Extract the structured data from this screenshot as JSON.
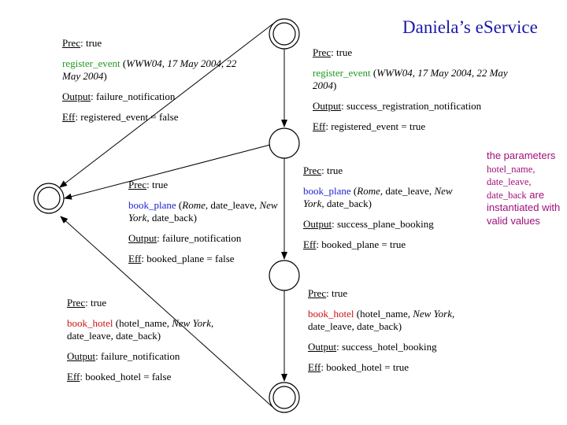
{
  "title": "Daniela’s eService",
  "labels": {
    "prec": "Prec",
    "output": "Output",
    "eff": "Eff"
  },
  "transitions": {
    "register_fail": {
      "prec": ": true",
      "op": "register_event",
      "args": [
        " (",
        {
          "i": "WWW04, 17 May 2004, 22 May 2004"
        },
        ")"
      ],
      "output": ": failure_notification",
      "eff": ": registered_event = false"
    },
    "register_success": {
      "prec": ": true",
      "op": "register_event",
      "args": [
        " (",
        {
          "i": "WWW04, 17 May 2004, 22 May 2004"
        },
        ")"
      ],
      "output": ":  success_registration_notification",
      "eff": ": registered_event = true"
    },
    "plane_fail": {
      "prec": ":  true",
      "op": "book_plane",
      "args": [
        " (",
        {
          "i": "Rome"
        },
        ", date_leave, ",
        {
          "i": "New York"
        },
        ", date_back)"
      ],
      "output": ": failure_notification",
      "eff": ": booked_plane = false"
    },
    "plane_success": {
      "prec": ":  true",
      "op": "book_plane",
      "args": [
        " (",
        {
          "i": "Rome"
        },
        ", date_leave, ",
        {
          "i": "New York"
        },
        ", date_back)"
      ],
      "output": ": success_plane_booking",
      "eff": ": booked_plane = true"
    },
    "hotel_fail": {
      "prec": ":  true",
      "op": "book_hotel",
      "args": [
        " (hotel_name, ",
        {
          "i": "New York"
        },
        ", date_leave, date_back)"
      ],
      "output": ": failure_notification",
      "eff": ": booked_hotel = false"
    },
    "hotel_success": {
      "prec": ":  true",
      "op": "book_hotel",
      "args": [
        " (hotel_name, ",
        {
          "i": "New York"
        },
        ", date_leave, date_back)"
      ],
      "output": ": success_hotel_booking",
      "eff": ": booked_hotel = true"
    }
  },
  "note": {
    "line1": "the parameters",
    "params": "hotel_name, date_leave, date_back",
    "line2": " are instantiated with valid values"
  },
  "colors": {
    "title": "#1a1aa8",
    "register_event": "#1f9a1f",
    "book_plane": "#1f1fd0",
    "book_hotel": "#c81414",
    "note": "#a0107a"
  }
}
